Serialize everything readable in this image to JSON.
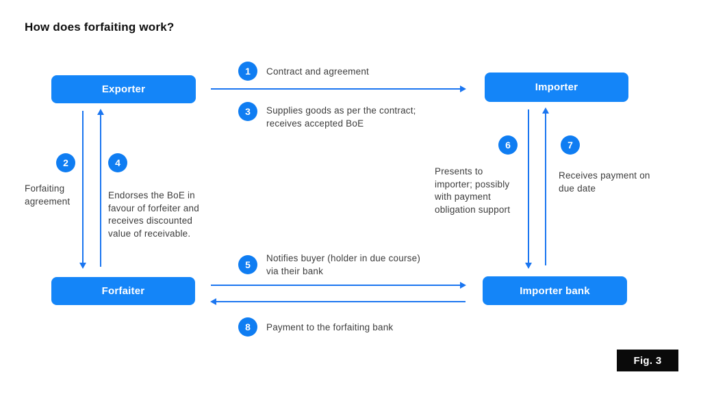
{
  "title": "How does forfaiting work?",
  "figure_label": "Fig. 3",
  "colors": {
    "box_blue": "#1485F8",
    "circle_blue": "#0F7DF2",
    "arrow_blue": "#1A75F0",
    "title_color": "#0d0d0d",
    "text_color": "#3c3c3c",
    "fig_bg": "#0a0a0a",
    "fig_fg": "#ffffff"
  },
  "nodes": {
    "exporter": "Exporter",
    "importer": "Importer",
    "forfaiter": "Forfaiter",
    "importer_bank": "Importer bank"
  },
  "steps": {
    "s1": {
      "n": "1",
      "text": "Contract and agreement"
    },
    "s2": {
      "n": "2",
      "text": "Forfaiting\nagreement"
    },
    "s3": {
      "n": "3",
      "text": "Supplies goods as per the contract;\nreceives accepted BoE"
    },
    "s4": {
      "n": "4",
      "text": "Endorses the BoE in\nfavour of forfeiter and\nreceives discounted\nvalue of receivable."
    },
    "s5": {
      "n": "5",
      "text": "Notifies buyer (holder in due course)\nvia their bank"
    },
    "s6": {
      "n": "6",
      "text": "Presents to\nimporter; possibly\nwith payment\nobligation support"
    },
    "s7": {
      "n": "7",
      "text": "Receives payment on\ndue date"
    },
    "s8": {
      "n": "8",
      "text": "Payment to the forfaiting bank"
    }
  }
}
